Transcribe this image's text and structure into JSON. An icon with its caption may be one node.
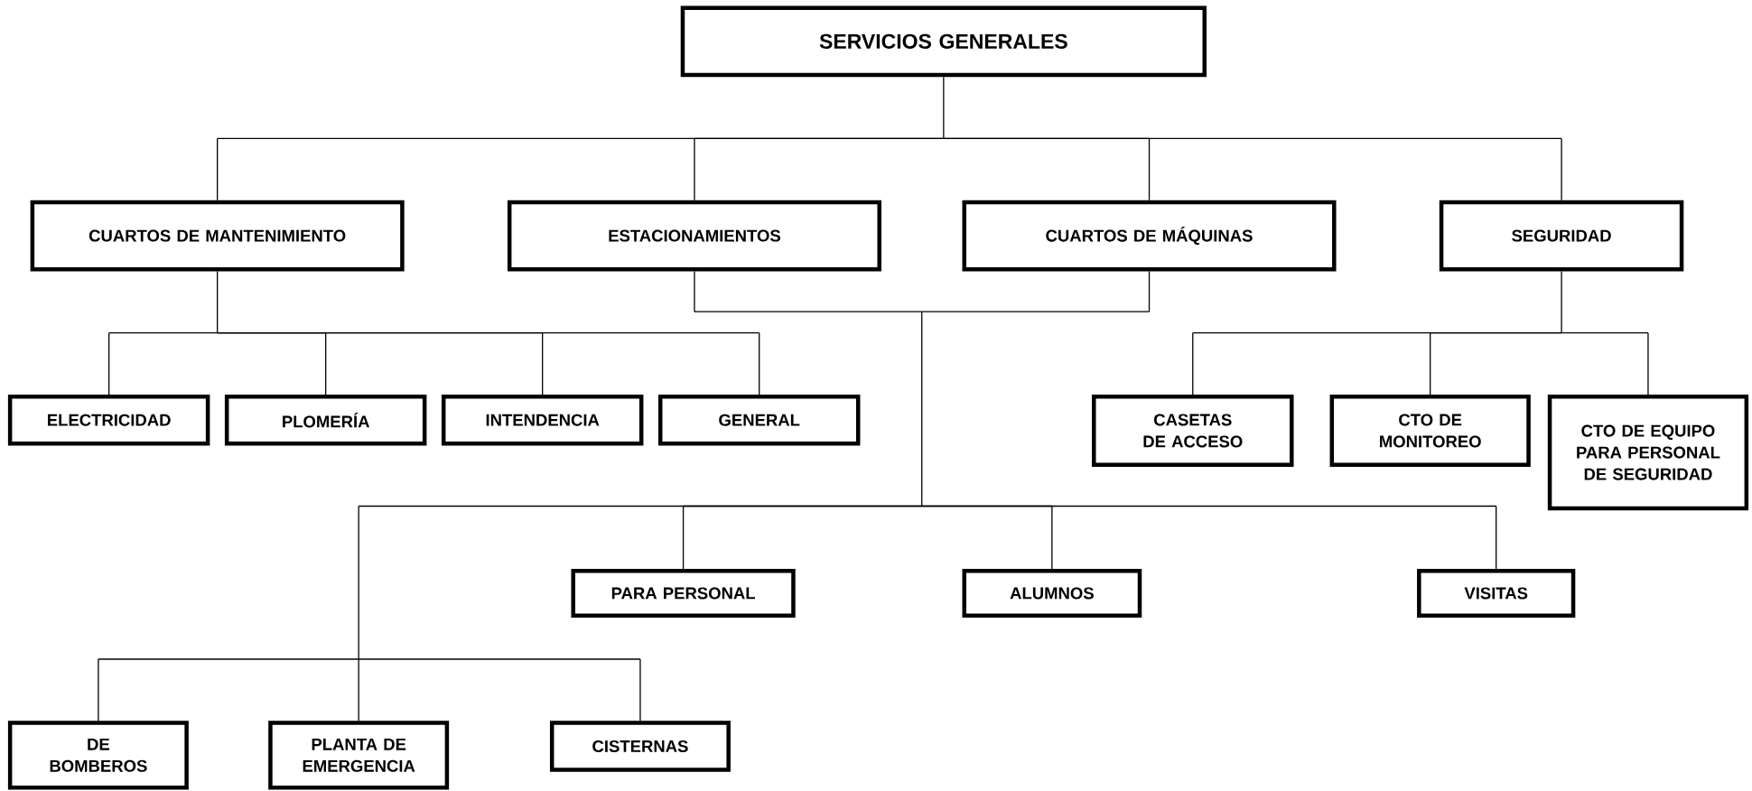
{
  "diagram": {
    "nodes": [
      {
        "text": [
          "SERVICIOS GENERALES"
        ]
      },
      {
        "text": [
          "CUARTOS DE MANTENIMIENTO"
        ]
      },
      {
        "text": [
          "ESTACIONAMIENTOS"
        ]
      },
      {
        "text": [
          "CUARTOS DE MÁQUINAS"
        ]
      },
      {
        "text": [
          "SEGURIDAD"
        ]
      },
      {
        "text": [
          "ELECTRICIDAD"
        ]
      },
      {
        "text": [
          "PLOMERÍA"
        ]
      },
      {
        "text": [
          "INTENDENCIA"
        ]
      },
      {
        "text": [
          "GENERAL"
        ]
      },
      {
        "text": [
          "CASETAS DE ACCESO"
        ]
      },
      {
        "text": [
          "CTO DE MONITOREO"
        ]
      },
      {
        "text": [
          "CTO DE EQUIPO PARA PERSONAL DE SEGURIDAD"
        ]
      },
      {
        "text": [
          "PARA PERSONAL"
        ]
      },
      {
        "text": [
          "ALUMNOS"
        ]
      },
      {
        "text": [
          "VISITAS"
        ]
      },
      {
        "text": [
          "DE BOMBEROS"
        ]
      },
      {
        "text": [
          "PLANTA DE EMERGENCIA"
        ]
      },
      {
        "text": [
          "CISTERNAS"
        ]
      }
    ],
    "edges": [
      {
        "from": 0,
        "to": 1,
        "arrow": "none"
      },
      {
        "from": 0,
        "to": 2,
        "arrow": "none"
      },
      {
        "from": 0,
        "to": 3,
        "arrow": "none"
      },
      {
        "from": 0,
        "to": 4,
        "arrow": "none"
      },
      {
        "from": 1,
        "to": 5,
        "arrow": "none"
      },
      {
        "from": 1,
        "to": 6,
        "arrow": "none"
      },
      {
        "from": 1,
        "to": 7,
        "arrow": "none"
      },
      {
        "from": 1,
        "to": 8,
        "arrow": "none"
      },
      {
        "from": 4,
        "to": 9,
        "arrow": "none"
      },
      {
        "from": 4,
        "to": 10,
        "arrow": "none"
      },
      {
        "from": 4,
        "to": 11,
        "arrow": "none"
      },
      {
        "from": 2,
        "to": 12,
        "arrow": "none"
      },
      {
        "from": 2,
        "to": 13,
        "arrow": "none"
      },
      {
        "from": 2,
        "to": 14,
        "arrow": "none"
      },
      {
        "from": 2,
        "to": 15,
        "arrow": "none"
      },
      {
        "from": 2,
        "to": 16,
        "arrow": "none"
      },
      {
        "from": 2,
        "to": 17,
        "arrow": "none"
      },
      {
        "from": 3,
        "to": 12,
        "arrow": "none"
      },
      {
        "from": 3,
        "to": 13,
        "arrow": "none"
      },
      {
        "from": 3,
        "to": 14,
        "arrow": "none"
      },
      {
        "from": 3,
        "to": 15,
        "arrow": "none"
      },
      {
        "from": 3,
        "to": 16,
        "arrow": "none"
      },
      {
        "from": 3,
        "to": 17,
        "arrow": "none"
      }
    ]
  }
}
